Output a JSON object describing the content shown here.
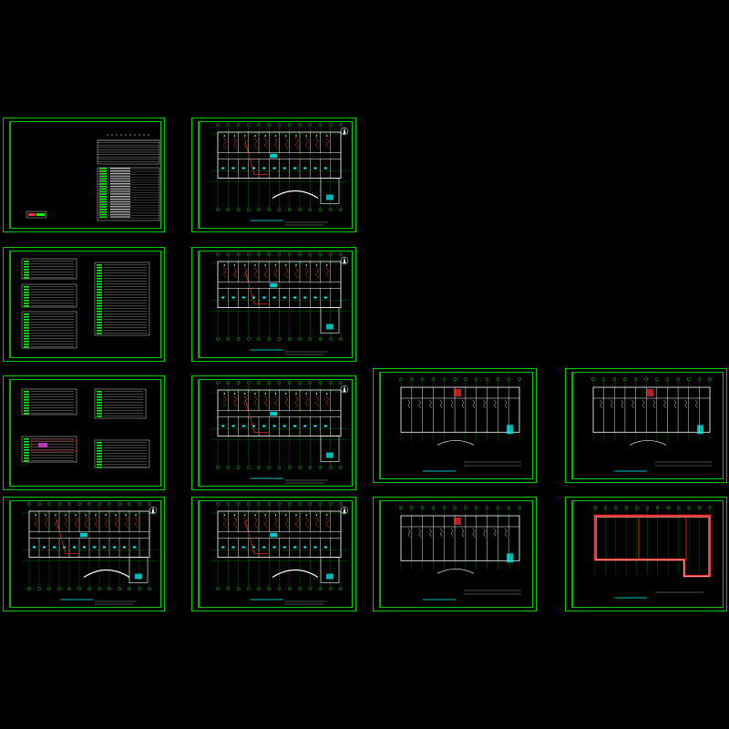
{
  "canvas": {
    "background": "#000000",
    "frame_color": "#00c800"
  },
  "colors": {
    "wall": "#ffffff",
    "grid": "#00ff00",
    "circuit": "#ff3030",
    "fixture": "#00ffff",
    "table": "#00ff00"
  },
  "sheets": [
    {
      "id": "sheet-1",
      "kind": "legend"
    },
    {
      "id": "sheet-2",
      "kind": "floor-plan"
    },
    {
      "id": "sheet-3",
      "kind": "system-diagram"
    },
    {
      "id": "sheet-4",
      "kind": "floor-plan"
    },
    {
      "id": "sheet-5",
      "kind": "system-diagram"
    },
    {
      "id": "sheet-6",
      "kind": "floor-plan"
    },
    {
      "id": "sheet-7",
      "kind": "floor-plan"
    },
    {
      "id": "sheet-8",
      "kind": "floor-plan"
    },
    {
      "id": "sheet-9",
      "kind": "floor-plan"
    },
    {
      "id": "sheet-10",
      "kind": "floor-plan"
    },
    {
      "id": "sheet-11",
      "kind": "floor-plan"
    },
    {
      "id": "sheet-12",
      "kind": "roof-plan"
    }
  ]
}
